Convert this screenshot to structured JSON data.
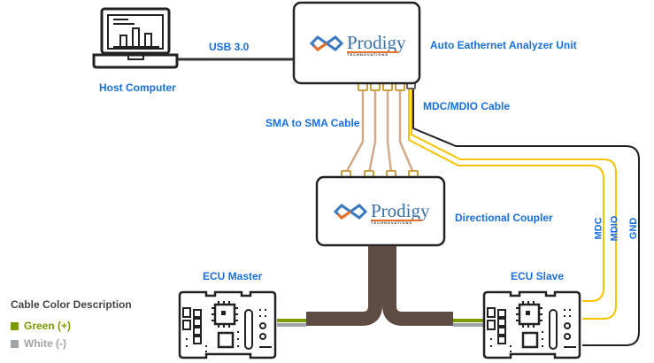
{
  "nodes": {
    "host_computer": {
      "label": "Host Computer"
    },
    "analyzer": {
      "label": "Auto Eathernet Analyzer Unit",
      "logo_text": "Prodigy",
      "logo_sub": "TECHNOVATIONS"
    },
    "coupler": {
      "label": "Directional Coupler",
      "logo_text": "Prodigy",
      "logo_sub": "TECHNOVATIONS"
    },
    "ecu_master": {
      "label": "ECU Master"
    },
    "ecu_slave": {
      "label": "ECU Slave"
    }
  },
  "connections": {
    "usb": {
      "label": "USB 3.0"
    },
    "sma": {
      "label": "SMA to SMA Cable"
    },
    "mdc_mdio": {
      "label": "MDC/MDIO Cable"
    },
    "wires": [
      {
        "label": "MDC",
        "color": "#f5c400"
      },
      {
        "label": "MDIO",
        "color": "#f5c400"
      },
      {
        "label": "GND",
        "color": "#222222"
      }
    ]
  },
  "legend": {
    "title": "Cable Color Description",
    "items": [
      {
        "label": "Green (+)",
        "color": "#7a9a00"
      },
      {
        "label": "White (-)",
        "color": "#a0a4aa"
      }
    ]
  },
  "colors": {
    "accent_text": "#1a6fe0",
    "sma_cable": "#d4a98a",
    "connector": "#c9a040",
    "trunk_cable": "#5e4b43"
  }
}
